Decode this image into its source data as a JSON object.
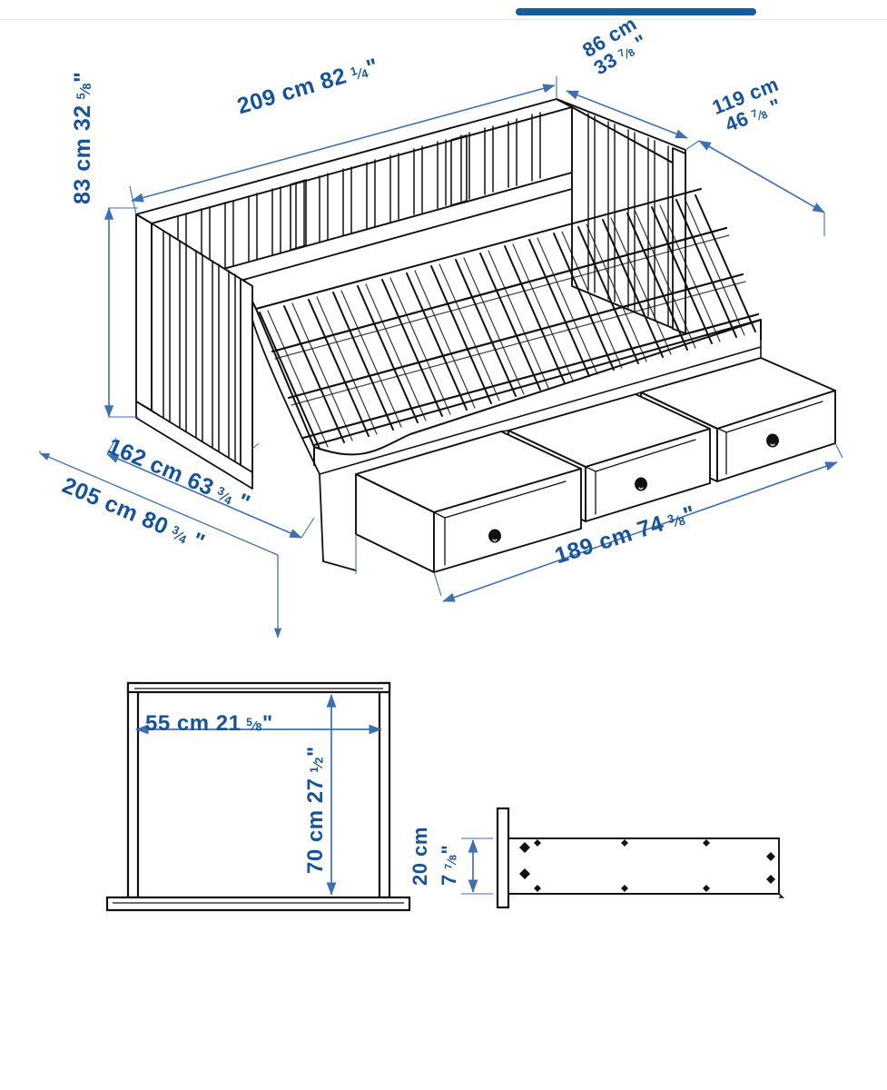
{
  "topbar": {
    "indicator_name": "carousel-progress-indicator",
    "accent_color": "#165C9E",
    "divider_color": "#e6e6e6"
  },
  "drawing": {
    "title": "HEMNES daybed dimension drawing",
    "line_color": "#111111",
    "dimension_color": "#17539B",
    "views": [
      {
        "name": "isometric-daybed-view",
        "description": "Daybed frame with slatted base, slatted headboard and end panel, and three open storage drawers"
      },
      {
        "name": "drawer-front-elevation",
        "description": "Front elevation of drawer unit with base rail"
      },
      {
        "name": "slat-side-profile",
        "description": "Side profile of slatted bed base with fixing points"
      }
    ]
  },
  "dimensions": {
    "length": {
      "name": "209 cm",
      "cm": "209 cm",
      "in_whole": "82",
      "in_frac_num": "1",
      "in_frac_den": "4"
    },
    "depth_seat": {
      "name": "86 cm",
      "cm": "86 cm",
      "in_whole": "33",
      "in_frac_num": "7",
      "in_frac_den": "8"
    },
    "depth_total": {
      "name": "119 cm",
      "cm": "119 cm",
      "in_whole": "46",
      "in_frac_num": "7",
      "in_frac_den": "8"
    },
    "height": {
      "name": "83 cm",
      "cm": "83 cm",
      "in_whole": "32",
      "in_frac_num": "5",
      "in_frac_den": "8"
    },
    "bed_length_inner": {
      "name": "162 cm",
      "cm": "162 cm",
      "in_whole": "63",
      "in_frac_num": "3",
      "in_frac_den": "4"
    },
    "extended_width": {
      "name": "205 cm",
      "cm": "205 cm",
      "in_whole": "80",
      "in_frac_num": "3",
      "in_frac_den": "4"
    },
    "drawer_run": {
      "name": "189 cm",
      "cm": "189 cm",
      "in_whole": "74",
      "in_frac_num": "3",
      "in_frac_den": "8"
    },
    "drawer_width": {
      "name": "55 cm",
      "cm": "55 cm",
      "in_whole": "21",
      "in_frac_num": "5",
      "in_frac_den": "8"
    },
    "drawer_height": {
      "name": "70 cm",
      "cm": "70 cm",
      "in_whole": "27",
      "in_frac_num": "1",
      "in_frac_den": "2"
    },
    "slat_depth_cm": {
      "name": "20 cm",
      "cm": "20 cm"
    },
    "slat_depth_in": {
      "name": "7 7/8 inch",
      "in_whole": "7",
      "in_frac_num": "7",
      "in_frac_den": "8"
    }
  }
}
